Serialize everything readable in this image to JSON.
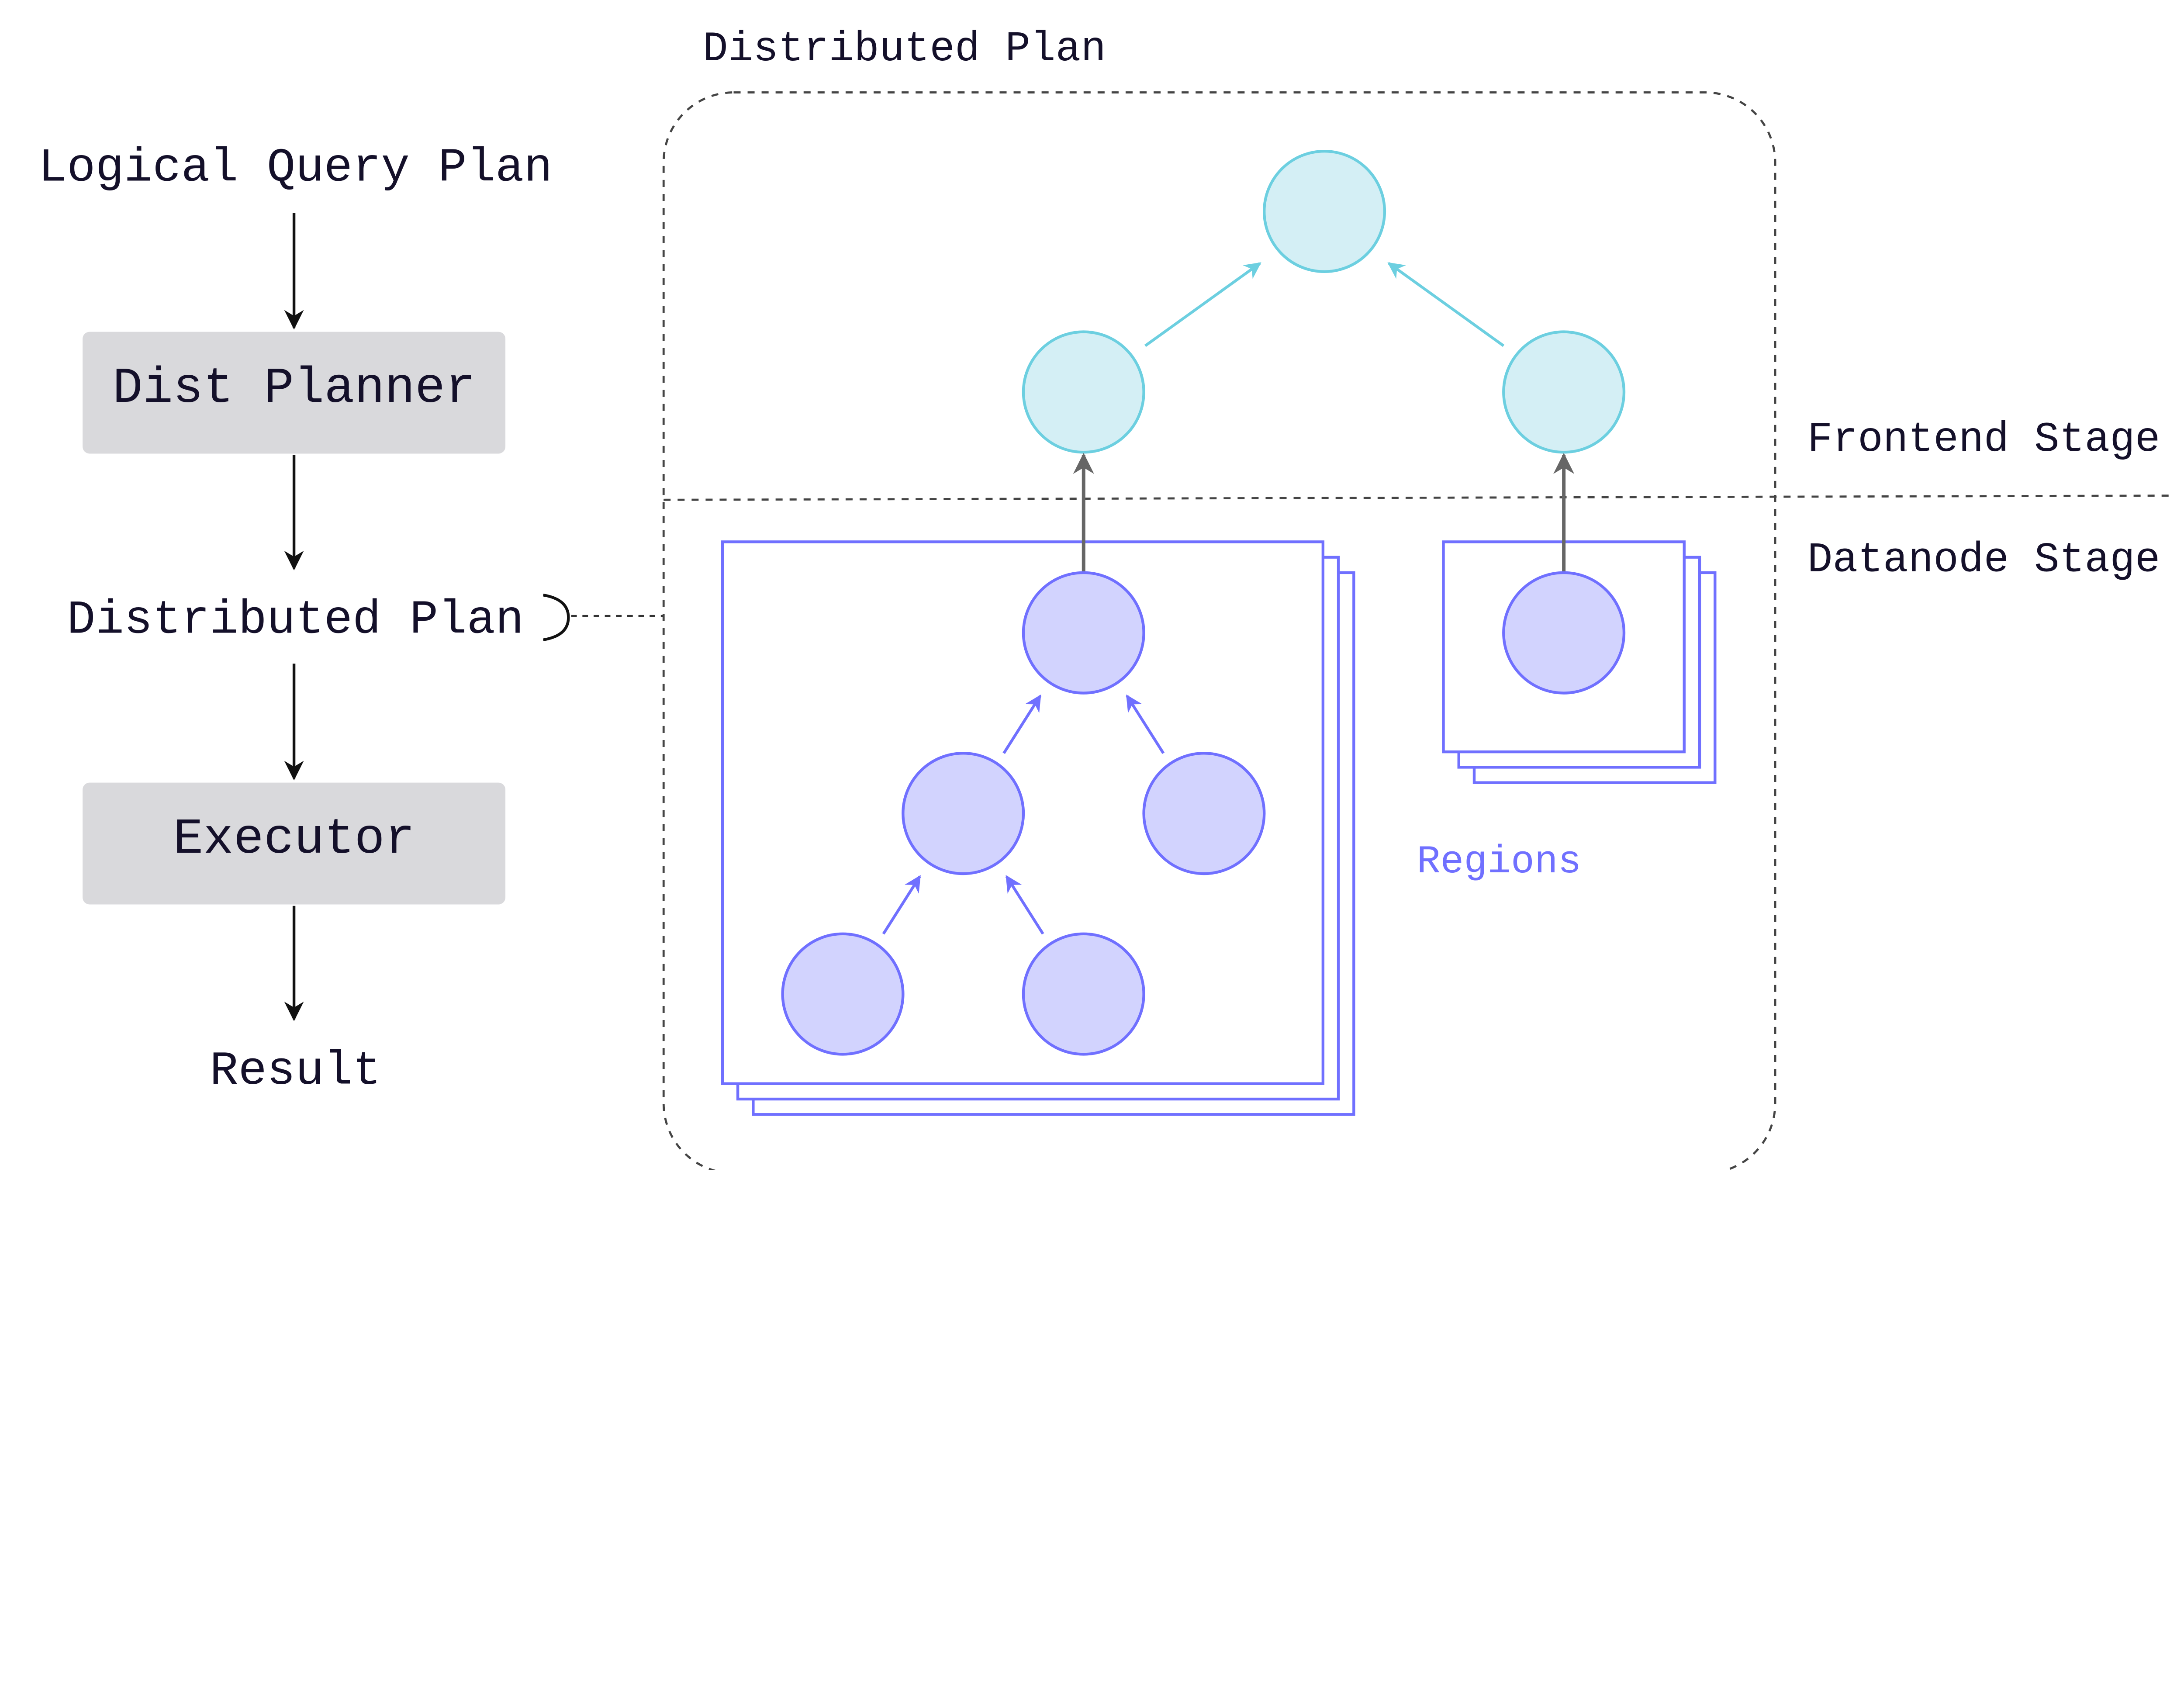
{
  "pipeline": {
    "logical_query_plan": "Logical Query Plan",
    "dist_planner": "Dist Planner",
    "distributed_plan": "Distributed Plan",
    "executor": "Executor",
    "result": "Result"
  },
  "distributed_plan_box": {
    "title": "Distributed Plan",
    "frontend_stage": "Frontend Stage",
    "datanode_stage": "Datanode Stage",
    "regions_label": "Regions"
  },
  "colors": {
    "frontend_node_fill": "#d4eff5",
    "frontend_node_stroke": "#6ccfe0",
    "datanode_node_fill": "#d2d3fe",
    "datanode_node_stroke": "#7070ff",
    "step_box_fill": "#d9d9dc",
    "connector_gray": "#666666"
  }
}
